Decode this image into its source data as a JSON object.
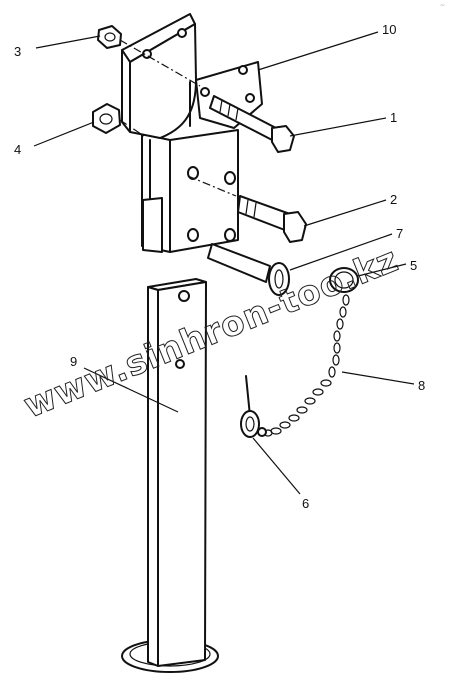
{
  "callouts": {
    "c1": "1",
    "c2": "2",
    "c3": "3",
    "c4": "4",
    "c5": "5",
    "c6": "6",
    "c7": "7",
    "c8": "8",
    "c9": "9",
    "c10": "10"
  },
  "watermark": "www.sinhron-too.kz",
  "corner_mark": "~"
}
